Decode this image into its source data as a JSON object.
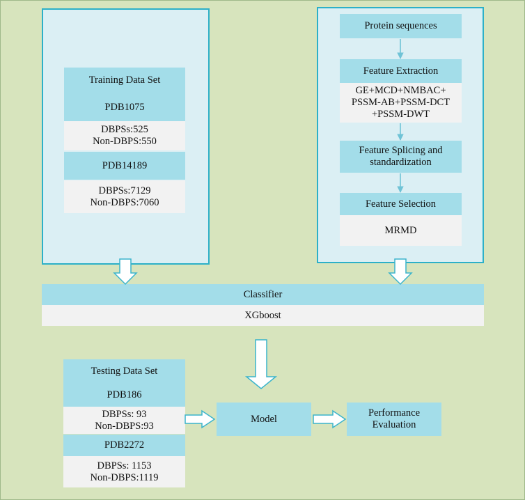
{
  "training": {
    "title": "Training Data Set",
    "set1": {
      "name": "PDB1075",
      "pos": "DBPSs:525",
      "neg": "Non-DBPS:550"
    },
    "set2": {
      "name": "PDB14189",
      "pos": "DBPSs:7129",
      "neg": "Non-DBPS:7060"
    }
  },
  "pipeline": {
    "step1": "Protein sequences",
    "step2": "Feature Extraction",
    "features": [
      "GE+MCD+NMBAC+",
      "PSSM-AB+PSSM-DCT",
      "+PSSM-DWT"
    ],
    "step3": [
      "Feature Splicing and",
      "standardization"
    ],
    "step4": "Feature Selection",
    "method": "MRMD"
  },
  "classifier": {
    "title": "Classifier",
    "name": "XGboost"
  },
  "testing": {
    "title": "Testing Data Set",
    "set1": {
      "name": "PDB186",
      "pos": "DBPSs: 93",
      "neg": "Non-DBPS:93"
    },
    "set2": {
      "name": "PDB2272",
      "pos": "DBPSs: 1153",
      "neg": "Non-DBPS:1119"
    }
  },
  "model": "Model",
  "performance": [
    "Performance",
    "Evaluation"
  ],
  "colors": {
    "background": "#d7e4bd",
    "panel": "#dbeff4",
    "panel_border": "#2cb0c8",
    "box_cyan": "#a3dde9",
    "box_gray": "#f2f2f2",
    "arrow_fill": "#ffffff",
    "arrow_stroke": "#3ab4cc",
    "small_arrow": "#6fc3d6"
  }
}
